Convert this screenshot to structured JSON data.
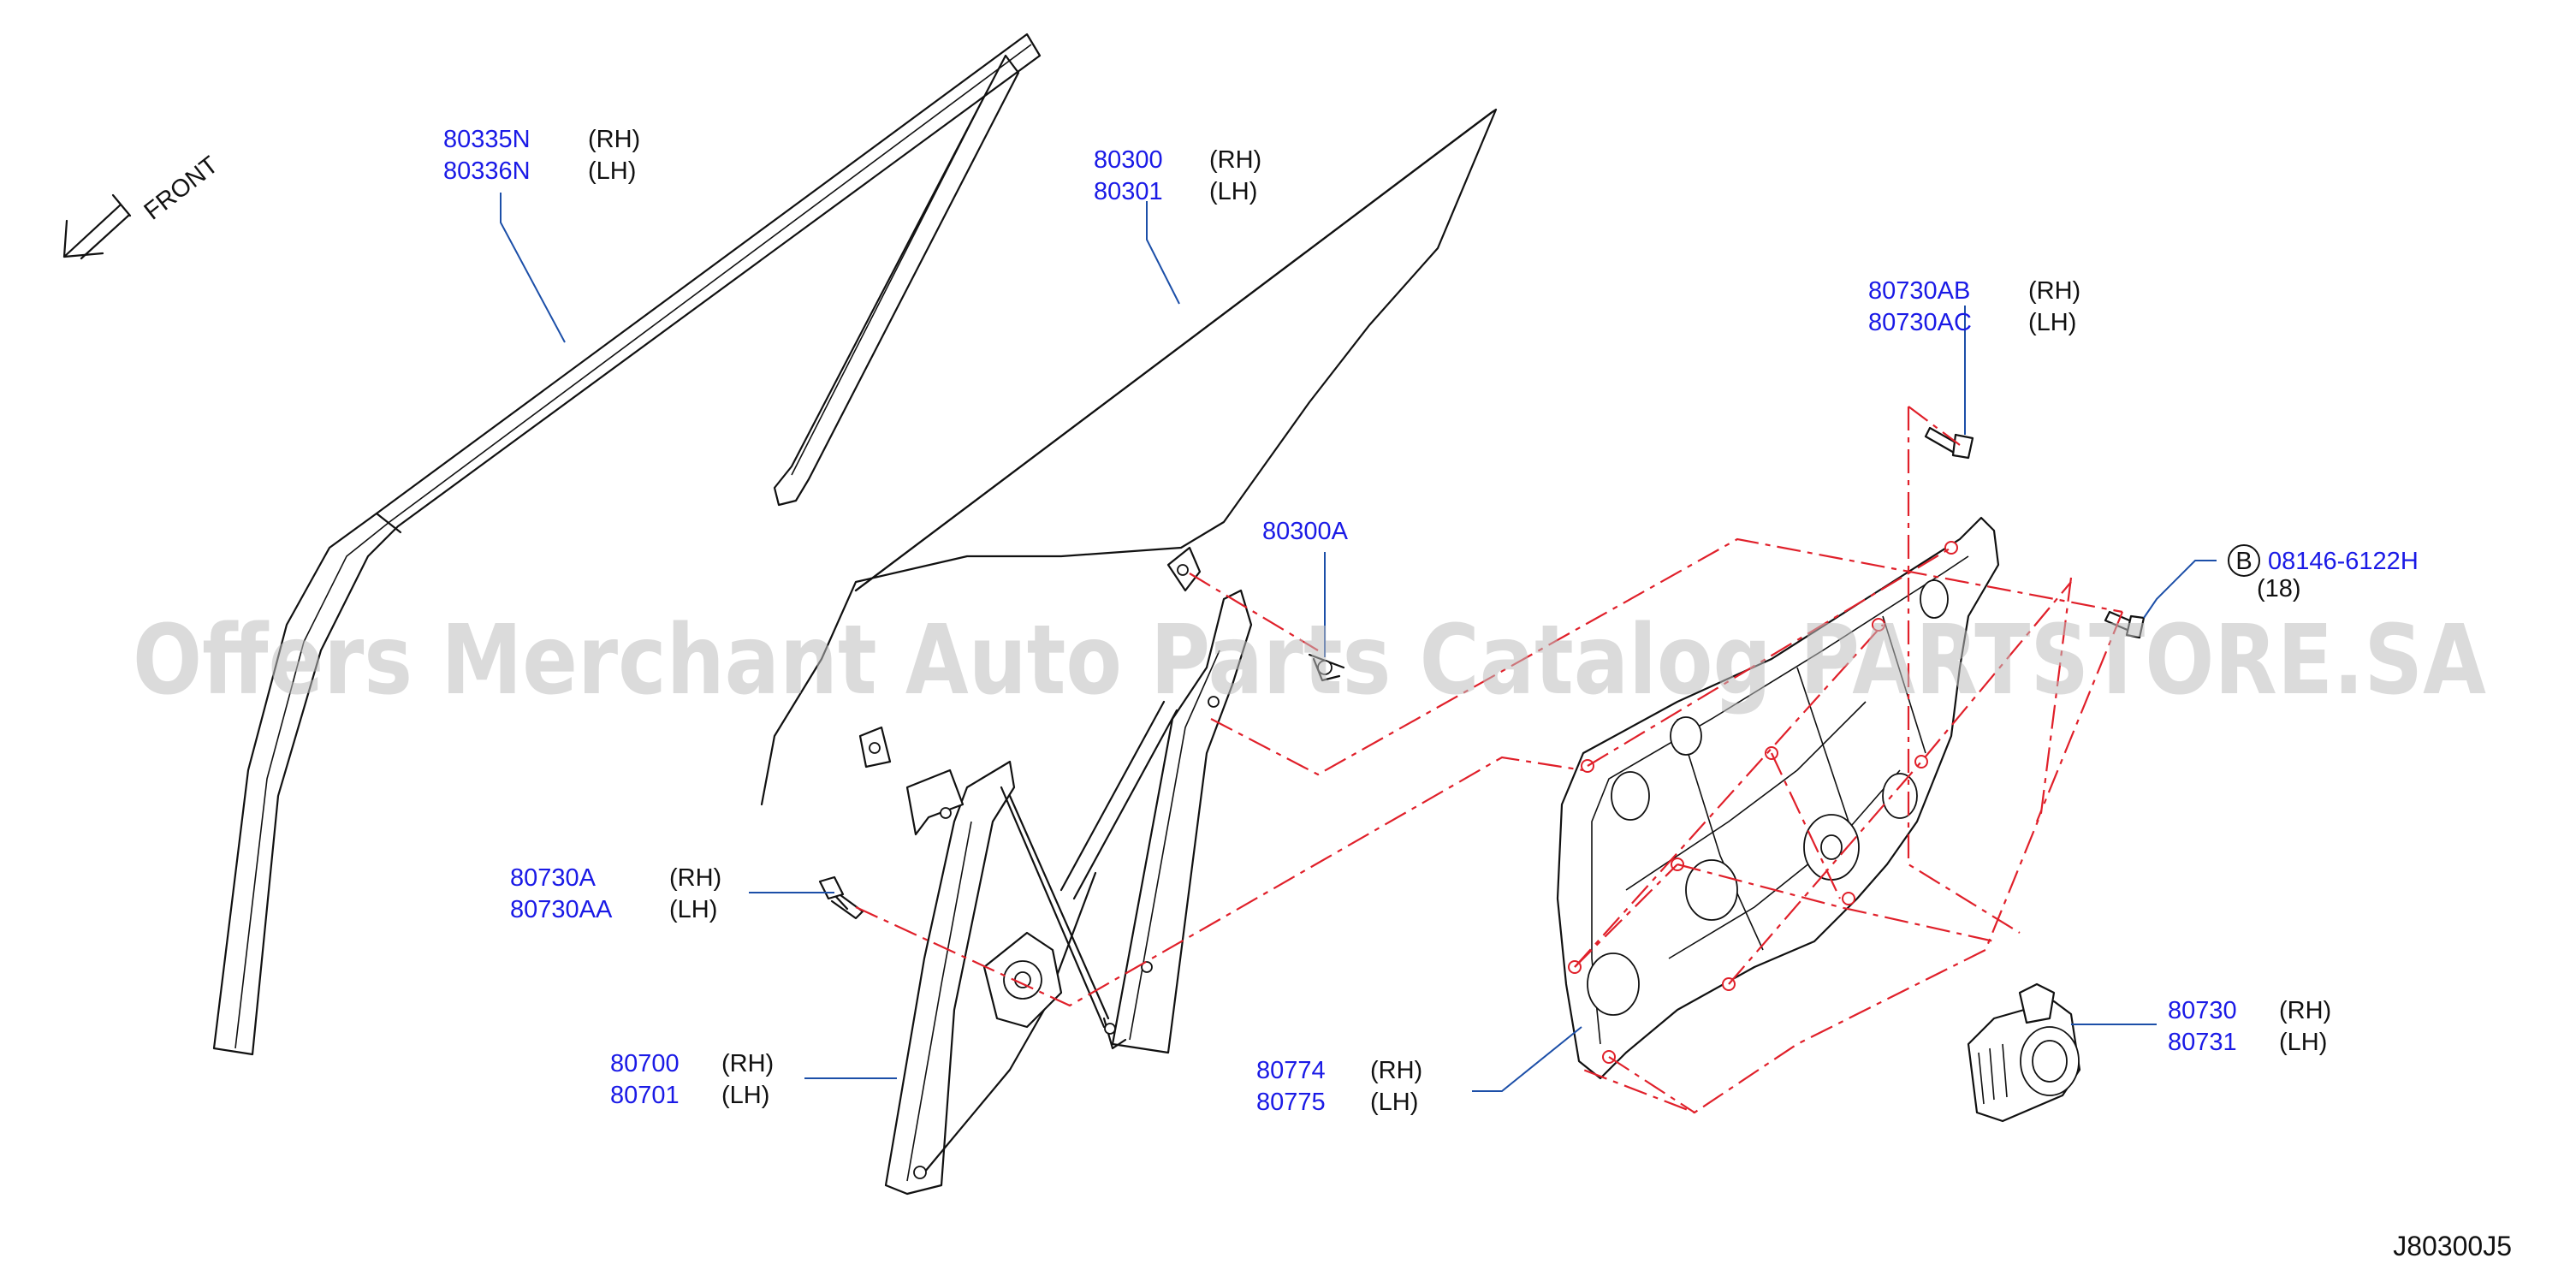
{
  "watermark": "Offers Merchant Auto Parts Catalog PARTSTORE.SA",
  "front_label": "FRONT",
  "diagram_code": "J80300J5",
  "callouts": {
    "sash": {
      "rh": "80335N",
      "lh": "80336N",
      "rh_side": "(RH)",
      "lh_side": "(LH)"
    },
    "glass": {
      "rh": "80300",
      "lh": "80301",
      "rh_side": "(RH)",
      "lh_side": "(LH)"
    },
    "glass_bolt": {
      "pn": "80300A"
    },
    "motor_bolt": {
      "rh": "80730AB",
      "lh": "80730AC",
      "rh_side": "(RH)",
      "lh_side": "(LH)"
    },
    "panel_bolt": {
      "badge": "B",
      "pn": "08146-6122H",
      "qty": "(18)"
    },
    "regulator_bolt": {
      "rh": "80730A",
      "lh": "80730AA",
      "rh_side": "(RH)",
      "lh_side": "(LH)"
    },
    "regulator": {
      "rh": "80700",
      "lh": "80701",
      "rh_side": "(RH)",
      "lh_side": "(LH)"
    },
    "module_panel": {
      "rh": "80774",
      "lh": "80775",
      "rh_side": "(RH)",
      "lh_side": "(LH)"
    },
    "motor": {
      "rh": "80730",
      "lh": "80731",
      "rh_side": "(RH)",
      "lh_side": "(LH)"
    }
  },
  "colors": {
    "part_number": "#1a1ae6",
    "leader": "#1c4fa8",
    "phantom_line": "#e0202a",
    "watermark": "#bdbdbd"
  }
}
